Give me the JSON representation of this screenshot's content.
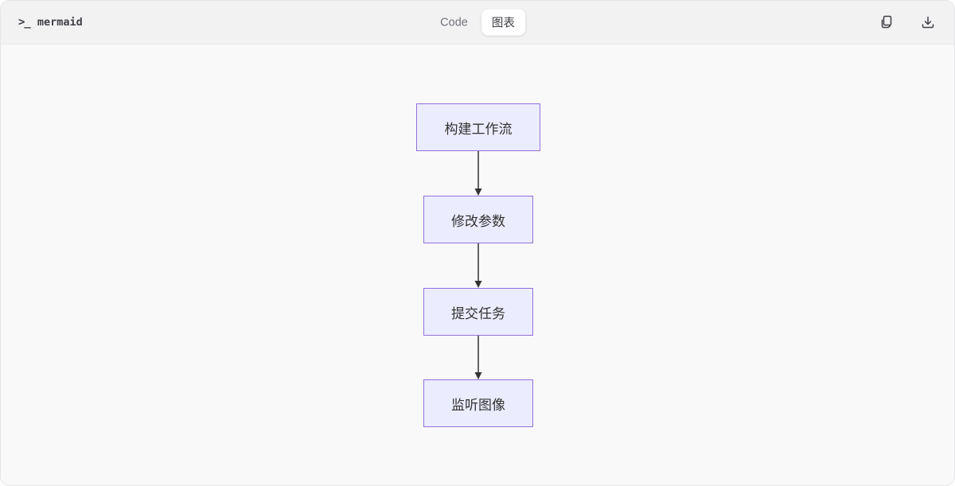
{
  "app": {
    "title": "mermaid",
    "terminal_glyph": ">_",
    "tabs": [
      {
        "label": "Code",
        "active": false
      },
      {
        "label": "图表",
        "active": true
      }
    ],
    "actions": [
      {
        "icon": "copy-icon"
      },
      {
        "icon": "download-icon"
      }
    ]
  },
  "diagram": {
    "type": "flowchart",
    "direction": "top-down",
    "nodes": [
      {
        "id": "A",
        "label": "构建工作流"
      },
      {
        "id": "B",
        "label": "修改参数"
      },
      {
        "id": "C",
        "label": "提交任务"
      },
      {
        "id": "D",
        "label": "监听图像"
      }
    ],
    "edges": [
      {
        "from": "A",
        "to": "B"
      },
      {
        "from": "B",
        "to": "C"
      },
      {
        "from": "C",
        "to": "D"
      }
    ],
    "colors": {
      "node_fill": "#ECECFF",
      "node_border": "#9370DB",
      "node_text": "#333333",
      "arrow": "#333333",
      "header_bg": "#F2F2F3",
      "canvas_bg": "#F9F9FA",
      "active_tab_bg": "#FFFFFF"
    }
  }
}
